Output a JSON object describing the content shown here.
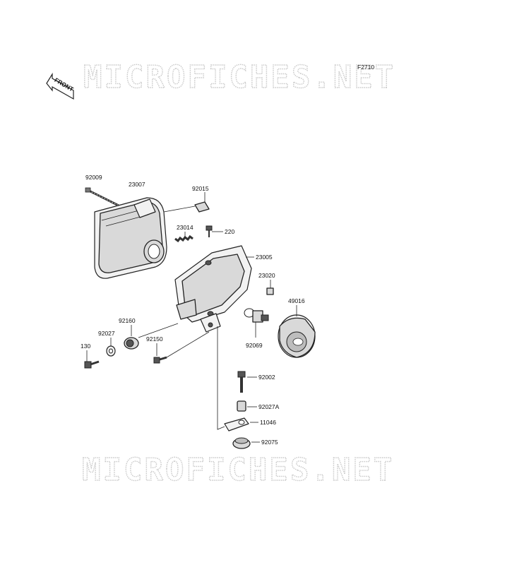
{
  "diagram": {
    "code": "F2710",
    "front_label": "FRONT",
    "watermark_top": "MICROFICHES.NET",
    "watermark_bottom": "MICROFICHES.NET",
    "labels": {
      "p92009": "92009",
      "p23007": "23007",
      "p92015": "92015",
      "p23014": "23014",
      "p220": "220",
      "p23005": "23005",
      "p23020": "23020",
      "p49016": "49016",
      "p92160": "92160",
      "p92027": "92027",
      "p130": "130",
      "p92150": "92150",
      "p92069": "92069",
      "p92002": "92002",
      "p92027A": "92027A",
      "p11046": "11046",
      "p92075": "92075"
    }
  }
}
